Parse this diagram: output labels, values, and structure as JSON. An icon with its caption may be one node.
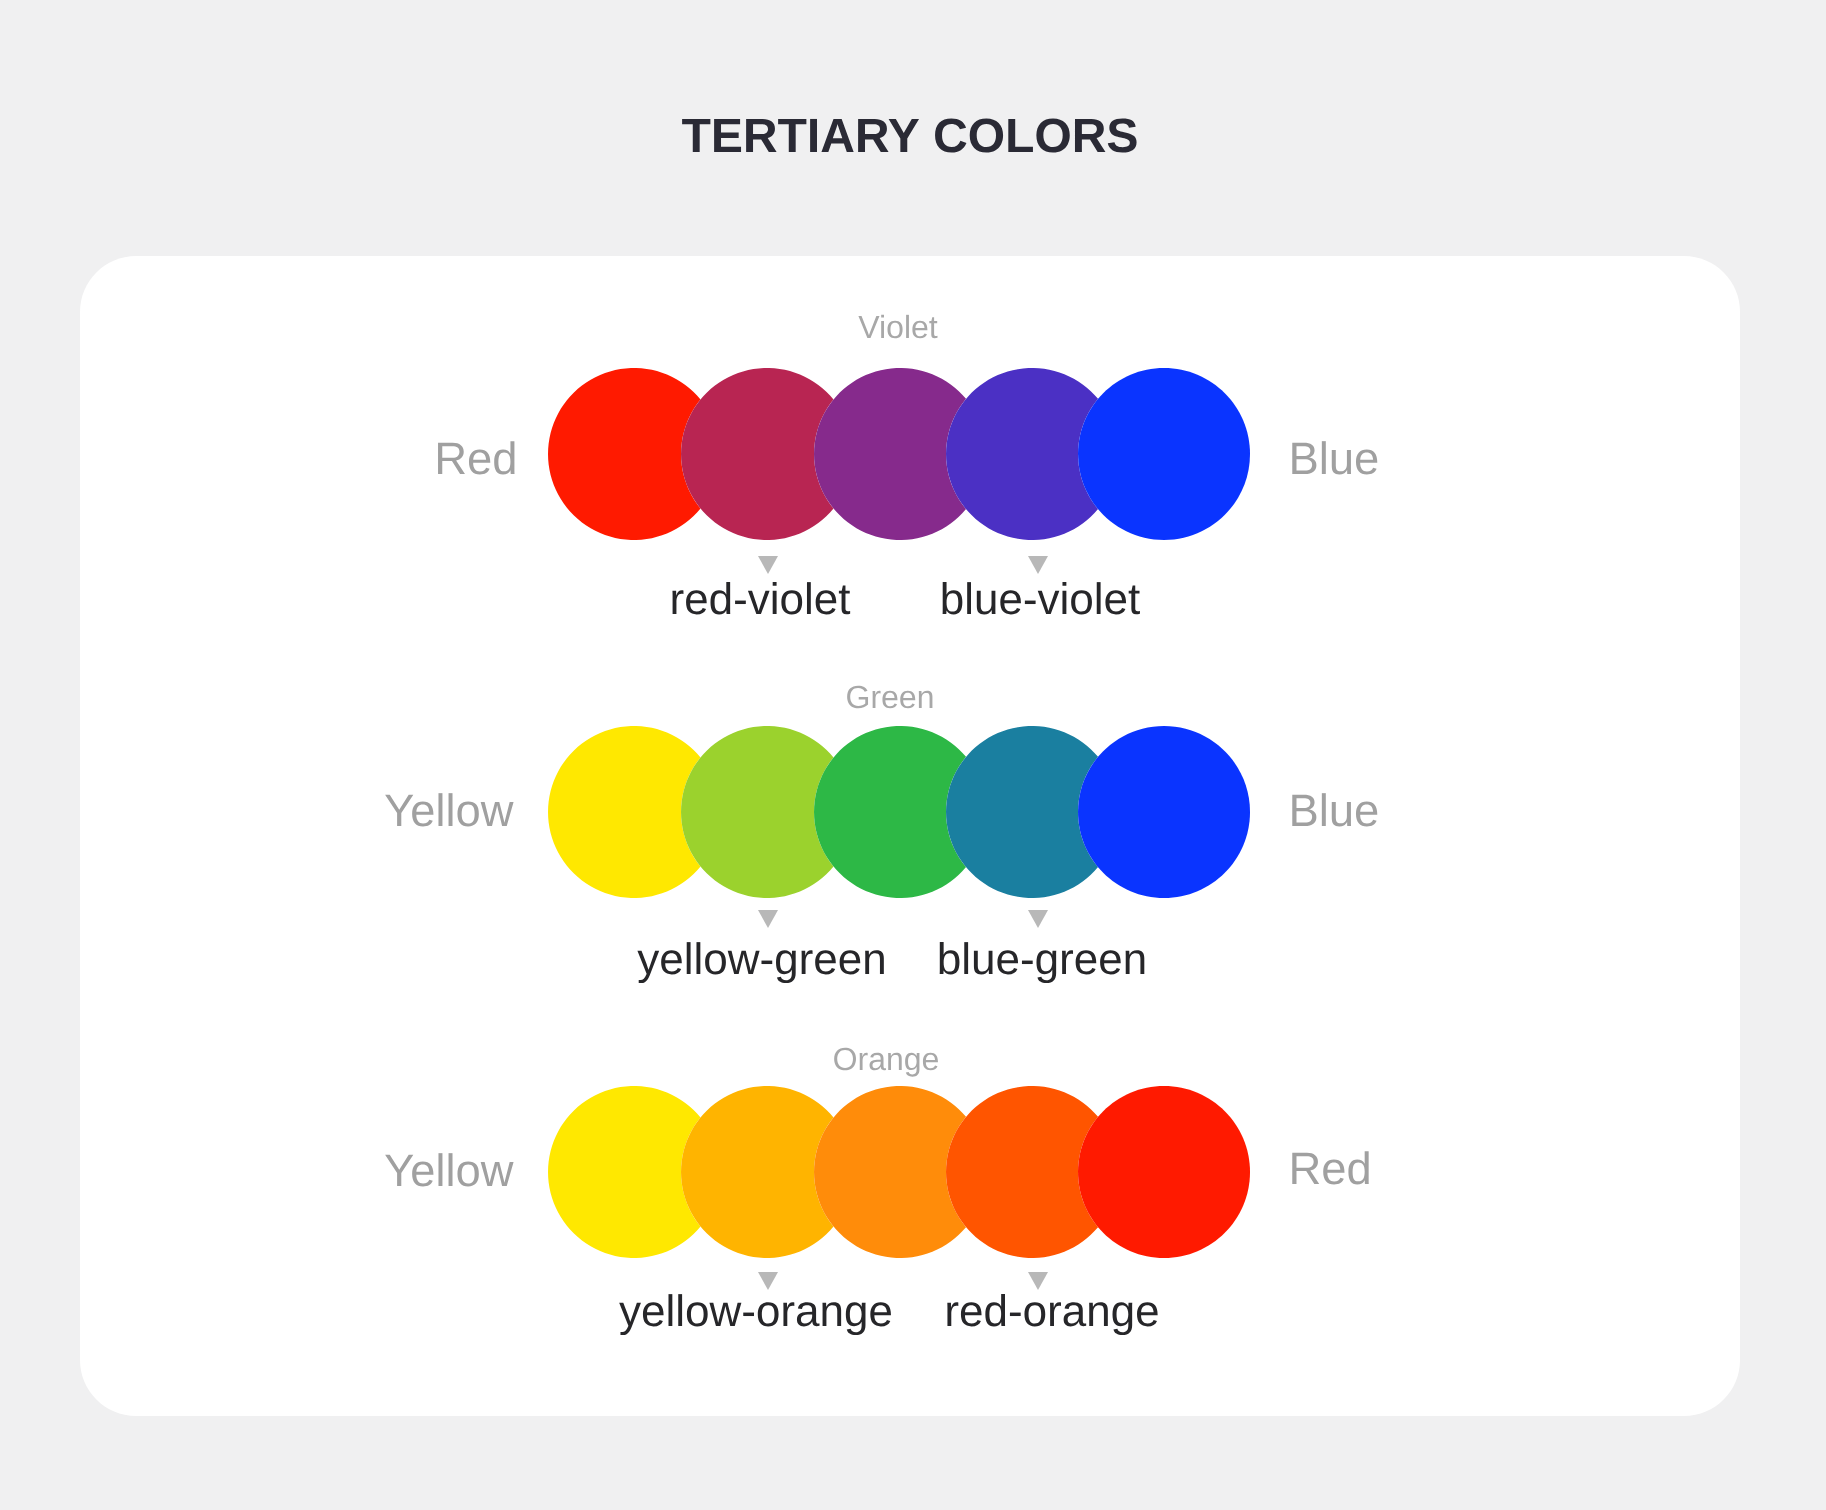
{
  "diagram": {
    "title": "TERTIARY COLORS",
    "nodes": [
      {
        "text": [],
        "shape": "circle",
        "beside": [
          "Red"
        ]
      },
      {
        "text": [],
        "shape": "circle",
        "beside": [
          "red-violet"
        ]
      },
      {
        "text": [],
        "shape": "circle",
        "beside": [
          "Violet"
        ]
      },
      {
        "text": [],
        "shape": "circle",
        "beside": [
          "blue-violet"
        ]
      },
      {
        "text": [],
        "shape": "circle",
        "beside": [
          "Blue"
        ]
      },
      {
        "text": [],
        "shape": "circle",
        "beside": [
          "Yellow"
        ]
      },
      {
        "text": [],
        "shape": "circle",
        "beside": [
          "yellow-green"
        ]
      },
      {
        "text": [],
        "shape": "circle",
        "beside": [
          "Green"
        ]
      },
      {
        "text": [],
        "shape": "circle",
        "beside": [
          "blue-green"
        ]
      },
      {
        "text": [],
        "shape": "circle",
        "beside": [
          "Blue"
        ]
      },
      {
        "text": [],
        "shape": "circle",
        "beside": [
          "Yellow"
        ]
      },
      {
        "text": [],
        "shape": "circle",
        "beside": [
          "yellow-orange"
        ]
      },
      {
        "text": [],
        "shape": "circle",
        "beside": [
          "Orange"
        ]
      },
      {
        "text": [],
        "shape": "circle",
        "beside": [
          "red-orange"
        ]
      },
      {
        "text": [],
        "shape": "circle",
        "beside": [
          "Red"
        ]
      }
    ]
  }
}
